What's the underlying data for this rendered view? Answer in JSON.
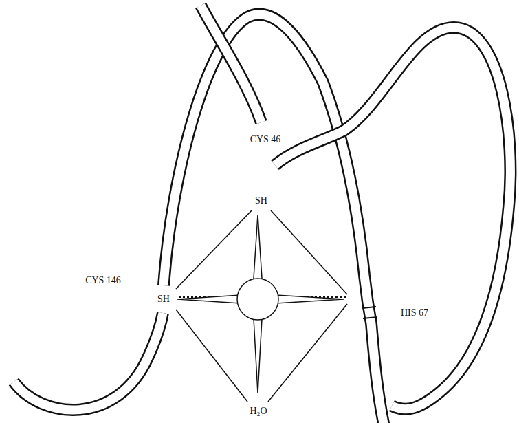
{
  "diagram": {
    "labels": [
      "CYS 46",
      "SH",
      "CYS 146",
      "SH",
      "HIS 67",
      "H₂O"
    ]
  }
}
